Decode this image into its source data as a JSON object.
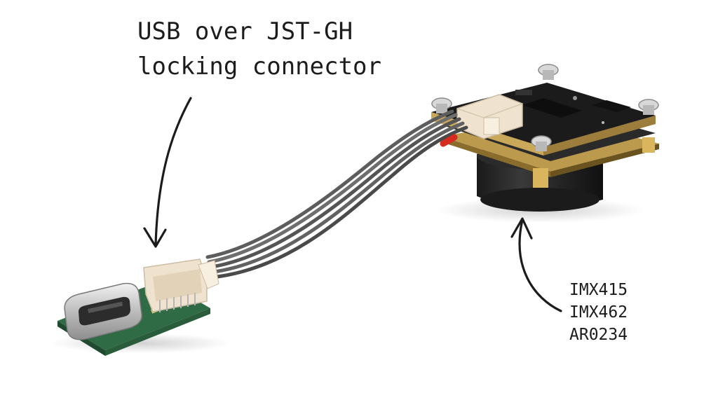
{
  "annotation_top": {
    "line1": "USB over JST-GH",
    "line2": "locking connector"
  },
  "annotation_sensors": [
    "IMX415",
    "IMX462",
    "AR0234"
  ],
  "colors": {
    "background": "#ffffff",
    "ink": "#1c1c1c",
    "pcb_green": "#2f6b45",
    "pcb_black": "#1a1a1a",
    "pcb_gold": "#c9a85a",
    "connector_cream": "#efe3cf",
    "cable_gray": "#5a5a5a",
    "cable_red": "#d62b1e",
    "lens_black": "#242424"
  }
}
